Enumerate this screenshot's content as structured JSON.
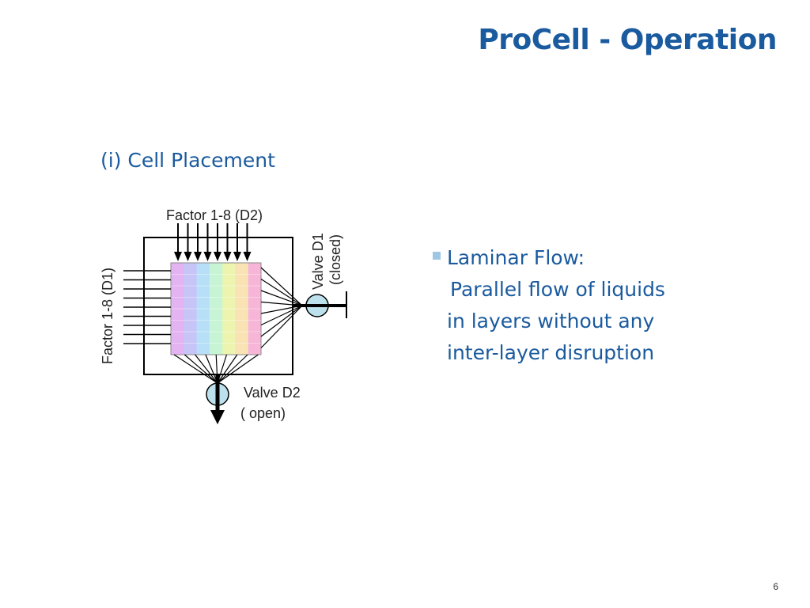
{
  "slide": {
    "title": "ProCell - Operation",
    "subtitle": "(i) Cell Placement",
    "bullet": {
      "heading": "Laminar Flow:",
      "lines": [
        "Parallel flow of liquids",
        "in layers without any",
        "inter-layer disruption"
      ]
    },
    "page_number": "6"
  },
  "diagram": {
    "top_label": "Factor 1-8 (D2)",
    "left_label": "Factor 1-8 (D1)",
    "valve_d1_label": "Valve D1",
    "valve_d1_state": "(closed)",
    "valve_d2_label": "Valve D2",
    "valve_d2_state": "( open)",
    "stripe_colors": [
      "#e3b3f2",
      "#c7c5f7",
      "#b7e0f8",
      "#c8f4d6",
      "#ecf4b0",
      "#f9e3b4",
      "#f7b6d8"
    ],
    "valve_color": "#bde1ec"
  }
}
